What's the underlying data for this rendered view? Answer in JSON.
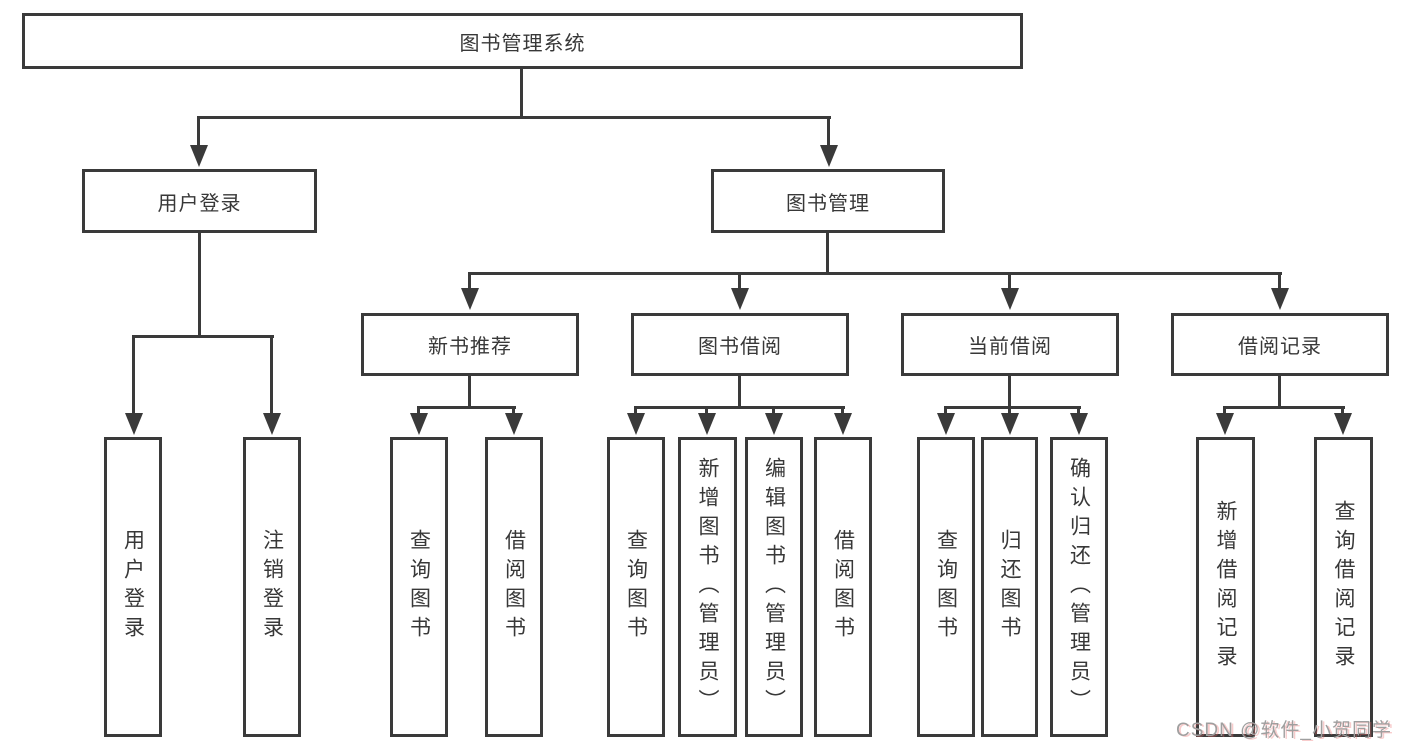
{
  "diagram": {
    "root": "图书管理系统",
    "nodes": {
      "user_login": "用户登录",
      "book_mgmt": "图书管理",
      "login_user": "用户登录",
      "login_logout": "注销登录",
      "new_book_rec": "新书推荐",
      "book_borrow": "图书借阅",
      "current_borrow": "当前借阅",
      "borrow_record": "借阅记录",
      "rec_query_book": "查询图书",
      "rec_borrow_book": "借阅图书",
      "bb_query_book": "查询图书",
      "bb_add_book": "新增图书（管理员）",
      "bb_edit_book": "编辑图书（管理员）",
      "bb_borrow_book": "借阅图书",
      "cb_query_book": "查询图书",
      "cb_return_book": "归还图书",
      "cb_confirm_return": "确认归还（管理员）",
      "br_add_record": "新增借阅记录",
      "br_query_record": "查询借阅记录"
    },
    "colors": {
      "line": "#3a3a3a",
      "box_border": "#3a3a3a",
      "box_background": "#ffffff",
      "text": "#383838",
      "watermark_text": "#9f9f9f"
    },
    "watermark": "CSDN @软件_小贺同学"
  }
}
